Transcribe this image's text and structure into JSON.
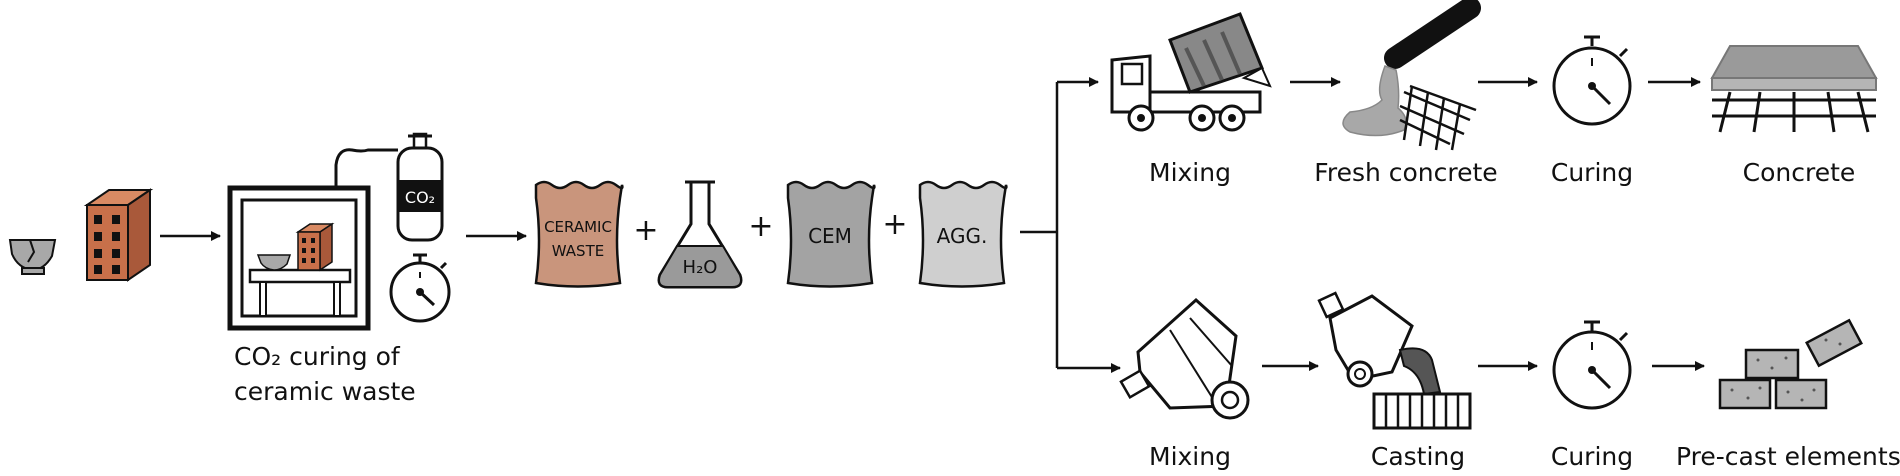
{
  "diagram": {
    "ceramic_box_label_line1": "CO₂ curing of",
    "ceramic_box_label_line2": "ceramic waste",
    "co2_cylinder_label": "CO₂",
    "bag_ceramic_line1": "CERAMIC",
    "bag_ceramic_line2": "WASTE",
    "flask_label": "H₂O",
    "bag_cem": "CEM",
    "bag_agg": "AGG.",
    "plus": "+",
    "top_route": [
      "Mixing",
      "Fresh concrete",
      "Curing",
      "Concrete"
    ],
    "bottom_route": [
      "Mixing",
      "Casting",
      "Curing",
      "Pre-cast elements"
    ],
    "colors": {
      "brick": "#c8704a",
      "ceramic_bag": "#c9957c",
      "cem_bag": "#a3a3a3",
      "agg_bag": "#cfcfcf",
      "flask_liquid": "#9a9a9a",
      "stroke": "#111111"
    }
  }
}
